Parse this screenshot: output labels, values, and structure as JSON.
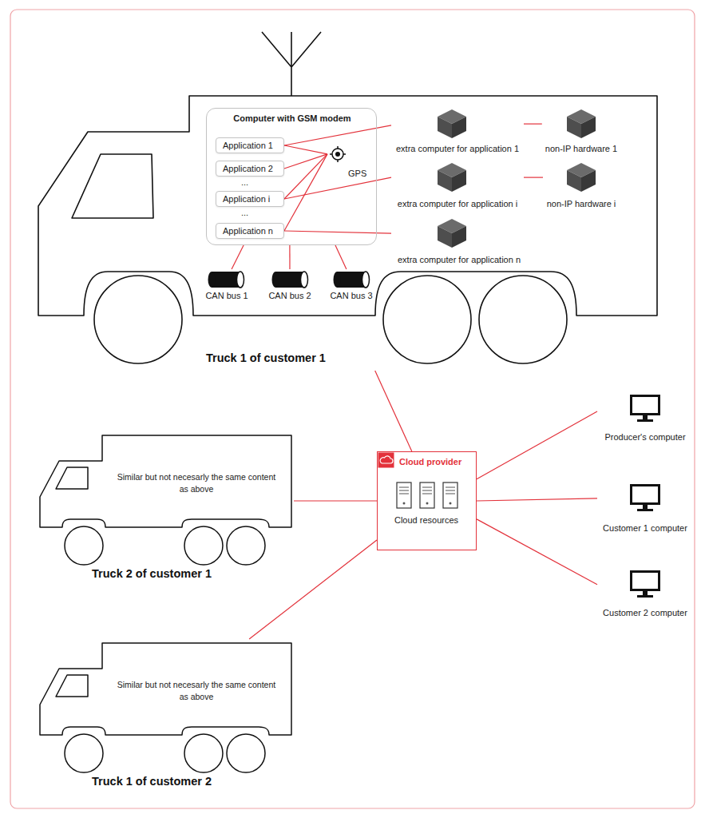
{
  "diagram": {
    "nodes": [
      {
        "text": [
          "Truck 1 of customer 1"
        ]
      },
      {
        "text": [
          "Computer with GSM modem"
        ],
        "in": 0
      },
      {
        "text": [
          "Application 1"
        ],
        "in": 1
      },
      {
        "text": [
          "Application 2"
        ],
        "in": 1
      },
      {
        "text": [
          "Application i"
        ],
        "in": 1
      },
      {
        "text": [
          "Application n"
        ],
        "in": 1
      },
      {
        "text": [
          "GPS"
        ],
        "in": 1
      },
      {
        "text": [
          "extra computer for application 1"
        ],
        "in": 0
      },
      {
        "text": [
          "non-IP hardware 1"
        ],
        "in": 0
      },
      {
        "text": [
          "extra computer for application i"
        ],
        "in": 0
      },
      {
        "text": [
          "non-IP hardware i"
        ],
        "in": 0
      },
      {
        "text": [
          "extra computer for application n"
        ],
        "in": 0
      },
      {
        "text": [
          "CAN bus 1"
        ],
        "in": 0
      },
      {
        "text": [
          "CAN bus 2"
        ],
        "in": 0
      },
      {
        "text": [
          "CAN bus 3"
        ],
        "in": 0
      },
      {
        "text": [
          "Producer's computer"
        ]
      },
      {
        "text": [
          "Cloud provider",
          "Cloud resources"
        ]
      },
      {
        "text": [
          "Customer 1 computer"
        ]
      },
      {
        "text": [
          "Similar but not necesarly the same content as above",
          "Truck 2 of customer 1"
        ]
      },
      {
        "text": [
          "Customer 2 computer"
        ]
      },
      {
        "text": [
          "Similar but not necesarly the same content as above",
          "Truck 1 of customer 2"
        ]
      }
    ],
    "edges": [
      {
        "from": 2,
        "to": 6,
        "arrow": "none"
      },
      {
        "from": 3,
        "to": 6,
        "arrow": "none"
      },
      {
        "from": 4,
        "to": 6,
        "arrow": "none"
      },
      {
        "from": 5,
        "to": 6,
        "arrow": "none"
      },
      {
        "from": 2,
        "to": 7,
        "arrow": "none"
      },
      {
        "from": 7,
        "to": 8,
        "arrow": "none"
      },
      {
        "from": 4,
        "to": 9,
        "arrow": "none"
      },
      {
        "from": 9,
        "to": 10,
        "arrow": "none"
      },
      {
        "from": 5,
        "to": 11,
        "arrow": "none"
      },
      {
        "from": 1,
        "to": 12,
        "arrow": "none"
      },
      {
        "from": 1,
        "to": 13,
        "arrow": "none"
      },
      {
        "from": 1,
        "to": 14,
        "arrow": "none"
      },
      {
        "from": 0,
        "to": 16,
        "arrow": "none"
      },
      {
        "from": 18,
        "to": 16,
        "arrow": "none"
      },
      {
        "from": 20,
        "to": 16,
        "arrow": "none"
      },
      {
        "from": 16,
        "to": 15,
        "arrow": "none"
      },
      {
        "from": 16,
        "to": 17,
        "arrow": "none"
      },
      {
        "from": 16,
        "to": 19,
        "arrow": "none"
      }
    ],
    "labels": [
      "...",
      "..."
    ]
  }
}
